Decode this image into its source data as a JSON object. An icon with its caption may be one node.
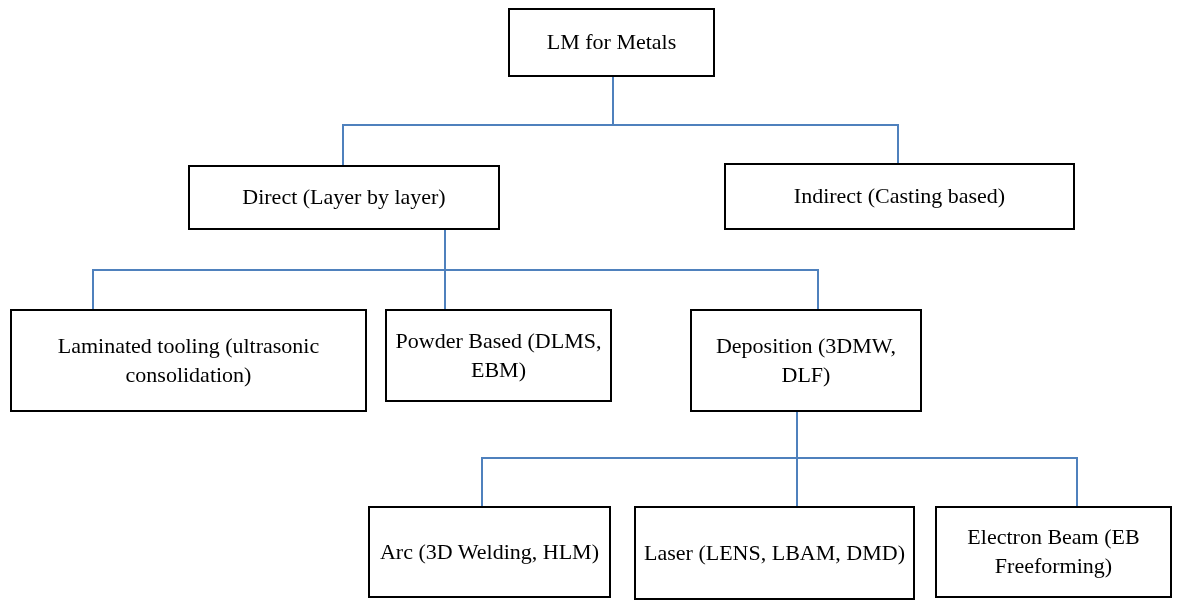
{
  "diagram": {
    "nodes": [
      {
        "text": [
          "LM for Metals"
        ]
      },
      {
        "text": [
          "Direct (Layer by layer)"
        ]
      },
      {
        "text": [
          "Indirect (Casting based)"
        ]
      },
      {
        "text": [
          "Laminated tooling (ultrasonic consolidation)"
        ]
      },
      {
        "text": [
          "Powder Based (DLMS, EBM)"
        ]
      },
      {
        "text": [
          "Deposition (3DMW, DLF)"
        ]
      },
      {
        "text": [
          "Arc (3D Welding, HLM)"
        ]
      },
      {
        "text": [
          "Laser (LENS, LBAM, DMD)"
        ]
      },
      {
        "text": [
          "Electron Beam (EB Freeforming)"
        ]
      }
    ],
    "edges": [
      {
        "from": 0,
        "to": 1,
        "arrow": "none"
      },
      {
        "from": 0,
        "to": 2,
        "arrow": "none"
      },
      {
        "from": 1,
        "to": 3,
        "arrow": "none"
      },
      {
        "from": 1,
        "to": 4,
        "arrow": "none"
      },
      {
        "from": 1,
        "to": 5,
        "arrow": "none"
      },
      {
        "from": 5,
        "to": 6,
        "arrow": "none"
      },
      {
        "from": 5,
        "to": 7,
        "arrow": "none"
      },
      {
        "from": 5,
        "to": 8,
        "arrow": "none"
      }
    ]
  }
}
